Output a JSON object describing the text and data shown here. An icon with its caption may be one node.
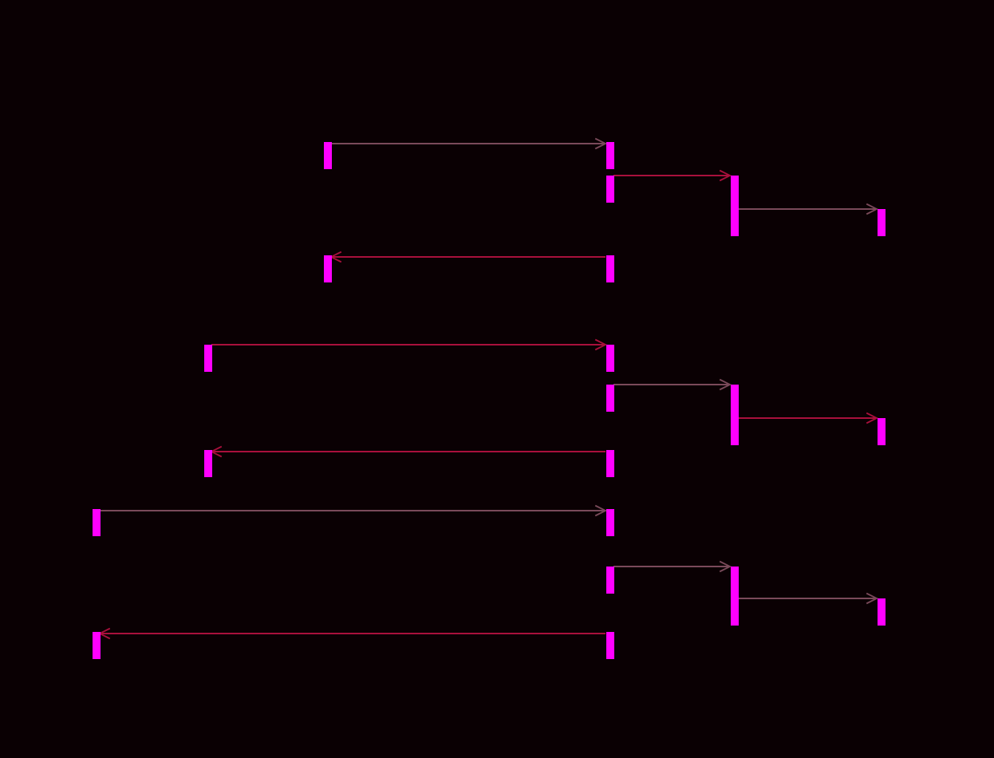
{
  "diagram": {
    "nodes": [
      {
        "text": [],
        "shape": "bar"
      },
      {
        "text": [],
        "shape": "bar"
      },
      {
        "text": [],
        "shape": "bar"
      },
      {
        "text": [],
        "shape": "bar"
      },
      {
        "text": [],
        "shape": "bar"
      },
      {
        "text": [],
        "shape": "bar"
      },
      {
        "text": [],
        "shape": "bar"
      },
      {
        "text": [],
        "shape": "bar"
      },
      {
        "text": [],
        "shape": "bar"
      },
      {
        "text": [],
        "shape": "bar"
      },
      {
        "text": [],
        "shape": "bar"
      },
      {
        "text": [],
        "shape": "bar"
      },
      {
        "text": [],
        "shape": "bar"
      },
      {
        "text": [],
        "shape": "bar"
      },
      {
        "text": [],
        "shape": "bar"
      },
      {
        "text": [],
        "shape": "bar"
      },
      {
        "text": [],
        "shape": "bar"
      },
      {
        "text": [],
        "shape": "bar"
      },
      {
        "text": [],
        "shape": "bar"
      },
      {
        "text": [],
        "shape": "bar"
      },
      {
        "text": [],
        "shape": "bar"
      }
    ],
    "edges": [
      {
        "from": 0,
        "to": 1,
        "arrow": "to",
        "color": "#7a4a5a"
      },
      {
        "from": 2,
        "to": 3,
        "arrow": "to"
      },
      {
        "from": 3,
        "to": 4,
        "arrow": "to",
        "color": "#7a4a5a"
      },
      {
        "from": 6,
        "to": 5,
        "arrow": "to"
      },
      {
        "from": 7,
        "to": 8,
        "arrow": "to"
      },
      {
        "from": 9,
        "to": 10,
        "arrow": "to",
        "color": "#7a4a5a"
      },
      {
        "from": 10,
        "to": 11,
        "arrow": "to"
      },
      {
        "from": 13,
        "to": 12,
        "arrow": "to"
      },
      {
        "from": 14,
        "to": 15,
        "arrow": "to",
        "color": "#7a4a5a"
      },
      {
        "from": 16,
        "to": 17,
        "arrow": "to",
        "color": "#7a4a5a"
      },
      {
        "from": 17,
        "to": 18,
        "arrow": "to",
        "color": "#7a4a5a"
      },
      {
        "from": 20,
        "to": 19,
        "arrow": "to"
      }
    ]
  }
}
